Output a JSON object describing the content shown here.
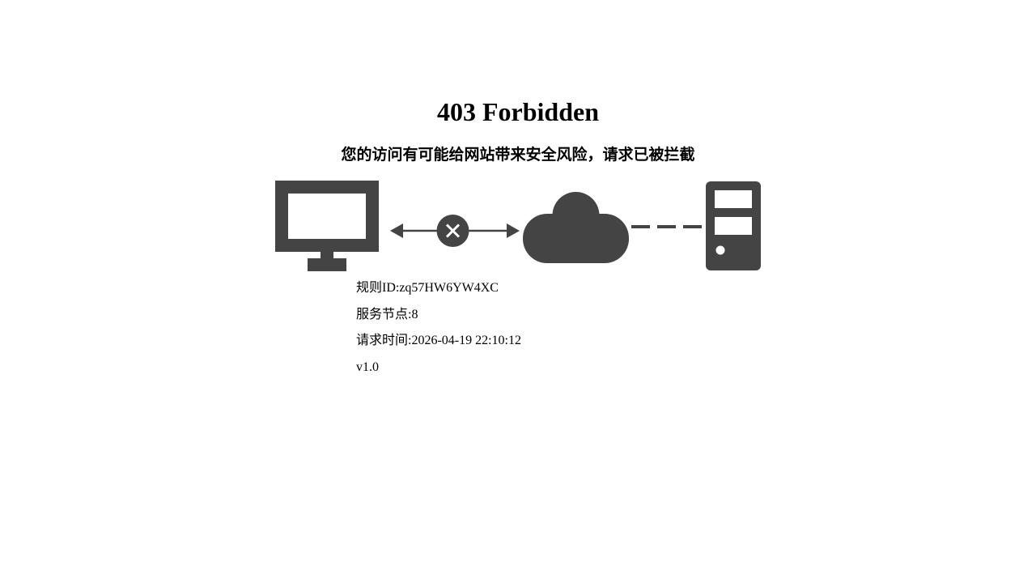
{
  "page": {
    "title": "403 Forbidden",
    "subtitle": "您的访问有可能给网站带来安全风险，请求已被拦截"
  },
  "diagram": {
    "icons": [
      "monitor-icon",
      "blocked-icon",
      "cloud-icon",
      "server-icon"
    ],
    "color": "#444444"
  },
  "info": {
    "rule_id": "规则ID:zq57HW6YW4XC",
    "service_node": "服务节点:8",
    "request_time": "请求时间:2026-04-19 22:10:12",
    "version": "v1.0"
  }
}
